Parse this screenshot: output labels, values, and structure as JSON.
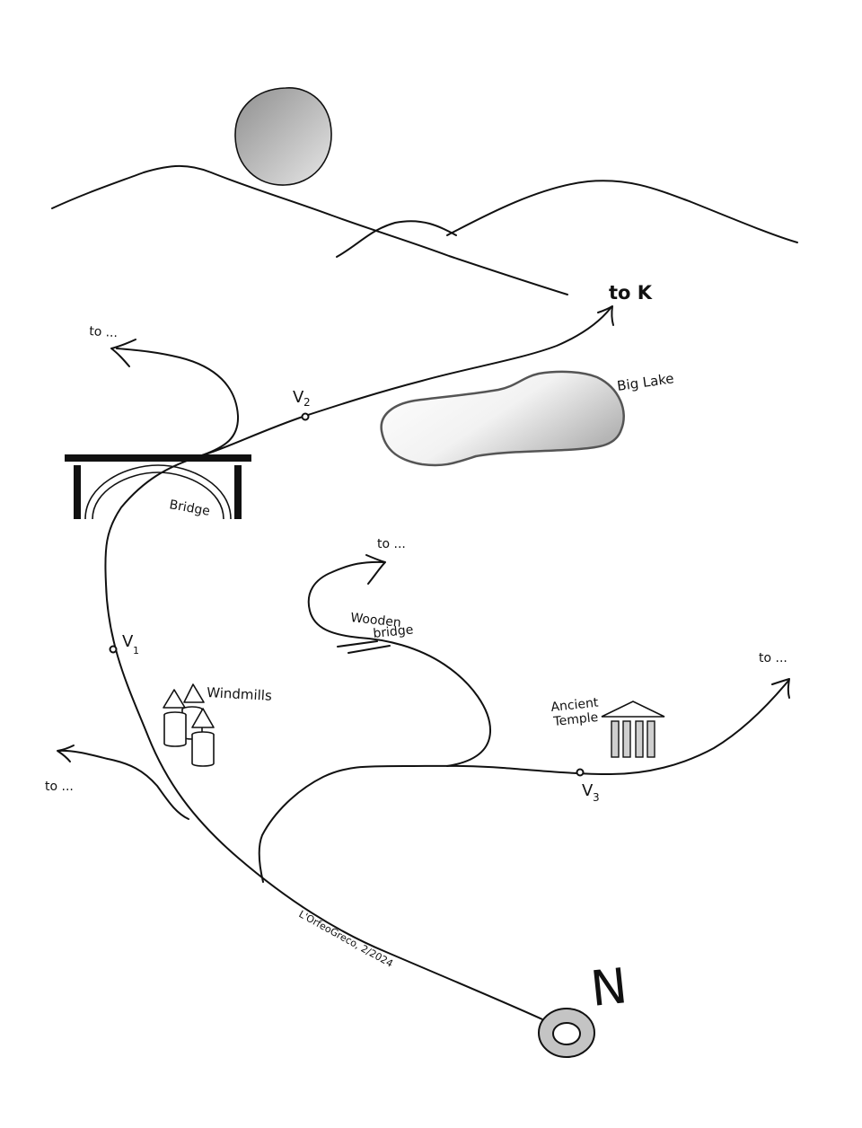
{
  "labels": {
    "to_k": "to K",
    "big_lake": "Big Lake",
    "bridge": "Bridge",
    "wooden_bridge_line1": "Wooden",
    "wooden_bridge_line2": "bridge",
    "windmills": "Windmills",
    "ancient_temple_line1": "Ancient",
    "ancient_temple_line2": "Temple",
    "to_ellipsis": "to ...",
    "v1": "V",
    "v1_sub": "1",
    "v2": "V",
    "v2_sub": "2",
    "v3": "V",
    "v3_sub": "3",
    "north": "N",
    "signature": "L'OrfeoGreco, 2/2024"
  },
  "colors": {
    "ink": "#111111",
    "lake_fill_light": "#ffffff",
    "lake_fill_dark": "#bdbdbd",
    "sun_light": "#dddddd",
    "sun_dark": "#8f8f8f",
    "compass": "#c4c4c4",
    "temple_column": "#cfcfcf"
  }
}
